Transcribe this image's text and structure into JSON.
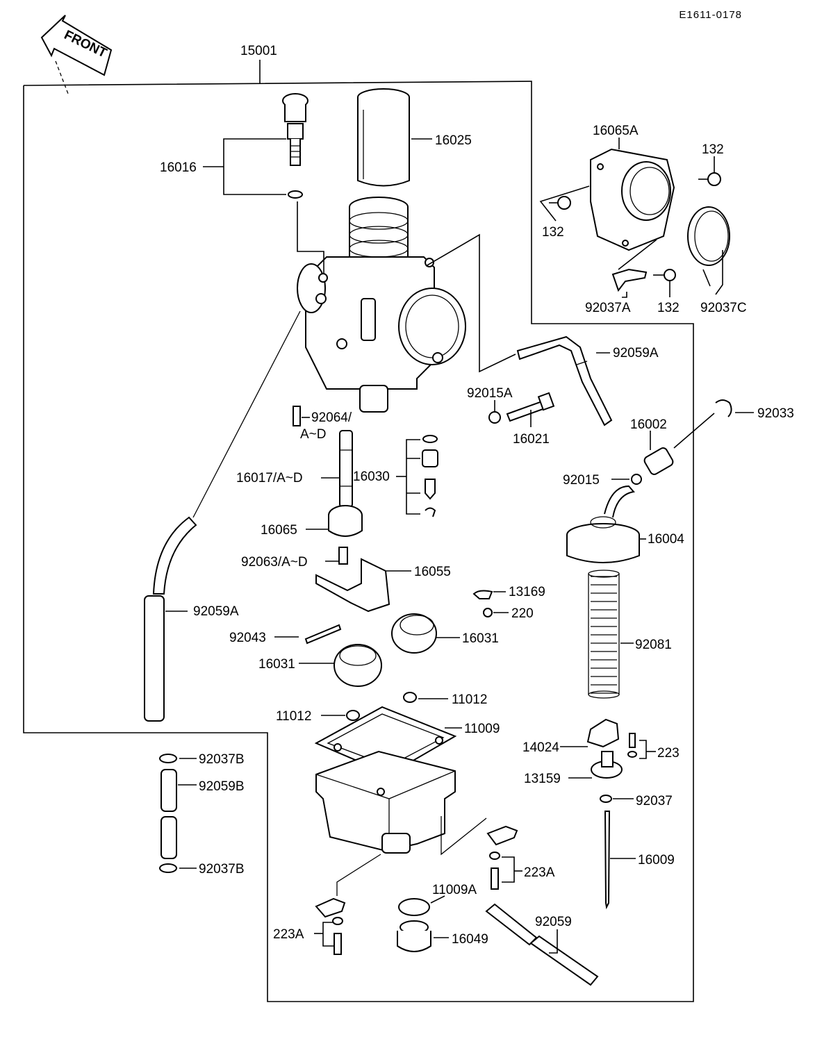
{
  "diagram": {
    "drawing_code": "E1611-0178",
    "front_label": "FRONT",
    "assembly_number": "15001",
    "labels": [
      "16016",
      "16025",
      "16065A",
      "132",
      "132",
      "132",
      "92037A",
      "92037C",
      "92059A",
      "92015A",
      "16021",
      "92033",
      "16002",
      "92015",
      "92064/",
      "A~D",
      "16017/A~D",
      "16030",
      "16065",
      "16004",
      "92063/A~D",
      "16055",
      "13169",
      "220",
      "92059A",
      "92043",
      "16031",
      "16031",
      "92081",
      "11012",
      "11012",
      "11009",
      "14024",
      "223",
      "13159",
      "92037",
      "92037B",
      "92059B",
      "92037B",
      "223A",
      "16009",
      "11009A",
      "92059",
      "223A",
      "16049"
    ]
  }
}
